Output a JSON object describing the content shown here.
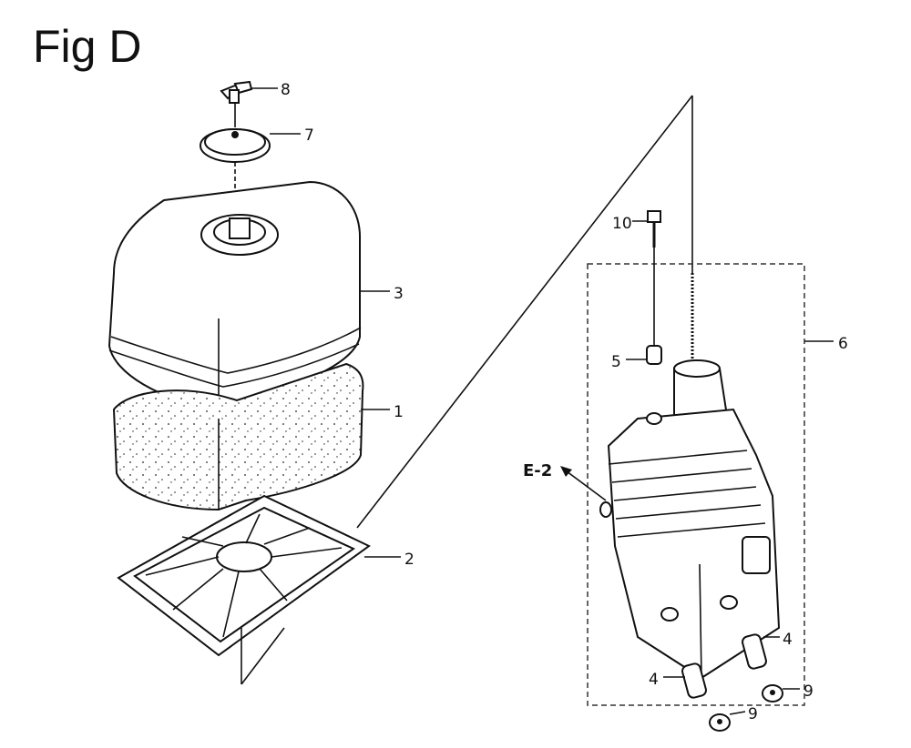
{
  "figure": {
    "title": "Fig D"
  },
  "callouts": {
    "c1": "1",
    "c2": "2",
    "c3": "3",
    "c4a": "4",
    "c4b": "4",
    "c5": "5",
    "c6": "6",
    "c7": "7",
    "c8": "8",
    "c9a": "9",
    "c9b": "9",
    "c10": "10",
    "e2": "E-2"
  }
}
